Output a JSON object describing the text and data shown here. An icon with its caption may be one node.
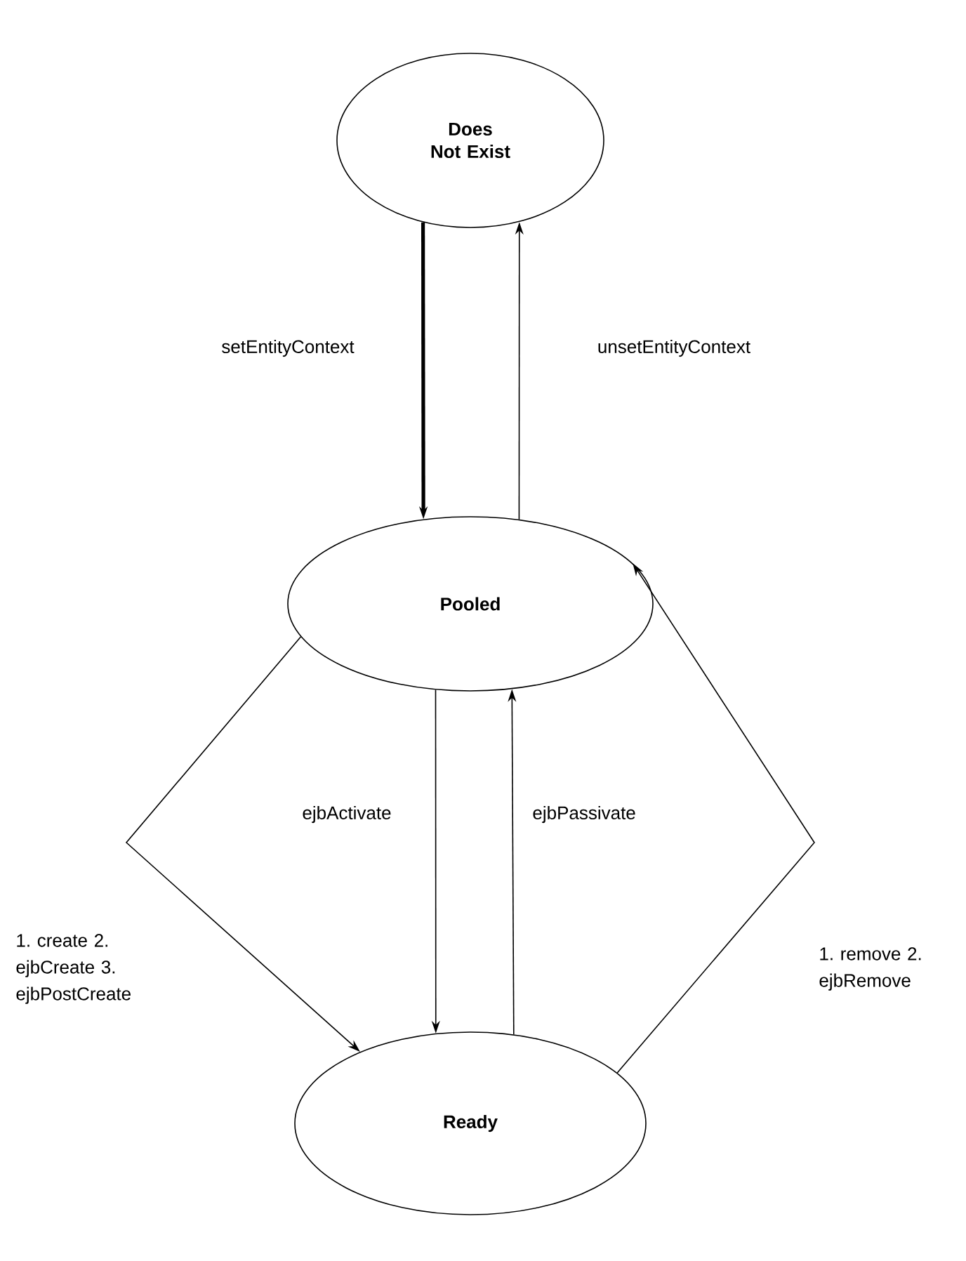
{
  "diagram": {
    "nodes": [
      {
        "text": [
          "Does Not Exist"
        ]
      },
      {
        "text": [
          "Pooled"
        ]
      },
      {
        "text": [
          "Ready"
        ]
      }
    ],
    "edges": [
      {
        "from": 0,
        "to": 1,
        "arrow": "to",
        "label": "setEntityContext",
        "style": "thick"
      },
      {
        "from": 1,
        "to": 0,
        "arrow": "to",
        "label": "unsetEntityContext"
      },
      {
        "from": 1,
        "to": 2,
        "arrow": "to",
        "label": "ejbActivate"
      },
      {
        "from": 2,
        "to": 1,
        "arrow": "to",
        "label": "ejbPassivate"
      },
      {
        "from": 1,
        "to": 2,
        "arrow": "to",
        "label": "1. create 2. ejbCreate 3. ejbPostCreate"
      },
      {
        "from": 2,
        "to": 1,
        "arrow": "to",
        "label": "1. remove 2. ejbRemove"
      }
    ]
  }
}
